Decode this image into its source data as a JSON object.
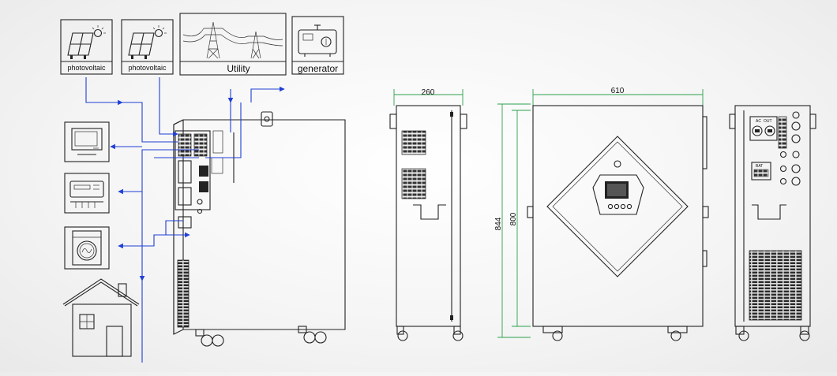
{
  "sources": {
    "pv1": "photovoltaic",
    "pv2": "photovoltaic",
    "utility": "Utility",
    "generator": "generator"
  },
  "dimensions": {
    "side_width": "260",
    "front_width": "610",
    "total_height": "844",
    "body_height": "800"
  },
  "panel": {
    "ac_label": "AC",
    "out_label": "OUT",
    "bat_label": "BAT"
  },
  "colors": {
    "wire": "#1f3fd6",
    "dimension": "#2aa04a",
    "line": "#222222"
  }
}
